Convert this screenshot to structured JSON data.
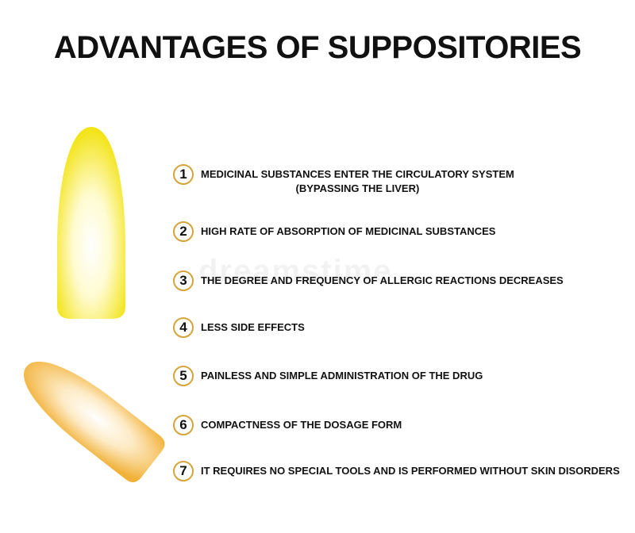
{
  "title": "ADVANTAGES OF SUPPOSITORIES",
  "watermark": "dreamstime",
  "colors": {
    "badge_border": "#d4a53a",
    "upright_fill_outer": "#f3e41a",
    "upright_fill_inner": "#ffffff",
    "tilted_fill_outer": "#f2b23a",
    "tilted_fill_inner": "#ffffff"
  },
  "advantages": [
    {
      "number": "1",
      "line1": "MEDICINAL SUBSTANCES ENTER THE CIRCULATORY SYSTEM",
      "line2": "(BYPASSING THE LIVER)"
    },
    {
      "number": "2",
      "line1": "HIGH RATE OF ABSORPTION OF MEDICINAL SUBSTANCES"
    },
    {
      "number": "3",
      "line1": "THE DEGREE AND FREQUENCY OF ALLERGIC REACTIONS DECREASES"
    },
    {
      "number": "4",
      "line1": "LESS SIDE EFFECTS"
    },
    {
      "number": "5",
      "line1": "PAINLESS AND SIMPLE ADMINISTRATION OF THE DRUG"
    },
    {
      "number": "6",
      "line1": "COMPACTNESS OF THE DOSAGE FORM"
    },
    {
      "number": "7",
      "line1": "IT REQUIRES NO SPECIAL TOOLS AND IS PERFORMED WITHOUT SKIN DISORDERS"
    }
  ]
}
